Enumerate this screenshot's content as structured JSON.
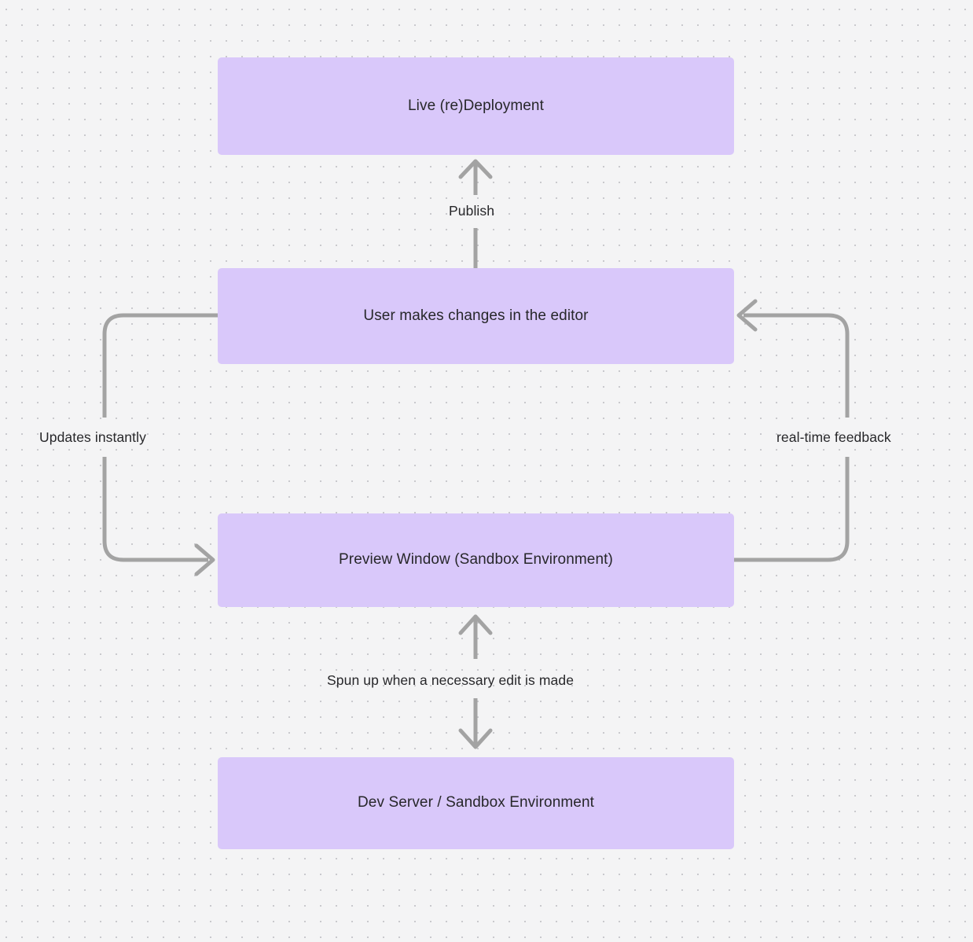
{
  "diagram": {
    "type": "flowchart",
    "background_color": "#f4f4f5",
    "grid_dot_color": "#c9c9cd",
    "node_fill_color": "#d9c8fa",
    "node_text_color": "#27272a",
    "edge_color": "#a3a3a3",
    "nodes": [
      {
        "id": "live",
        "label": "Live (re)Deployment"
      },
      {
        "id": "user",
        "label": "User makes changes in the editor"
      },
      {
        "id": "preview",
        "label": "Preview Window (Sandbox Environment)"
      },
      {
        "id": "devserver",
        "label": "Dev Server / Sandbox Environment"
      }
    ],
    "edges": [
      {
        "id": "publish",
        "from": "user",
        "to": "live",
        "label": "Publish",
        "direction": "up"
      },
      {
        "id": "updates",
        "from": "user",
        "to": "preview",
        "label": "Updates instantly",
        "direction": "left-loop-down"
      },
      {
        "id": "realtime",
        "from": "preview",
        "to": "user",
        "label": "real-time feedback",
        "direction": "right-loop-up"
      },
      {
        "id": "spunup",
        "from": "preview",
        "to": "devserver",
        "label": "Spun up when a necessary edit is made",
        "direction": "bidirectional"
      }
    ]
  }
}
